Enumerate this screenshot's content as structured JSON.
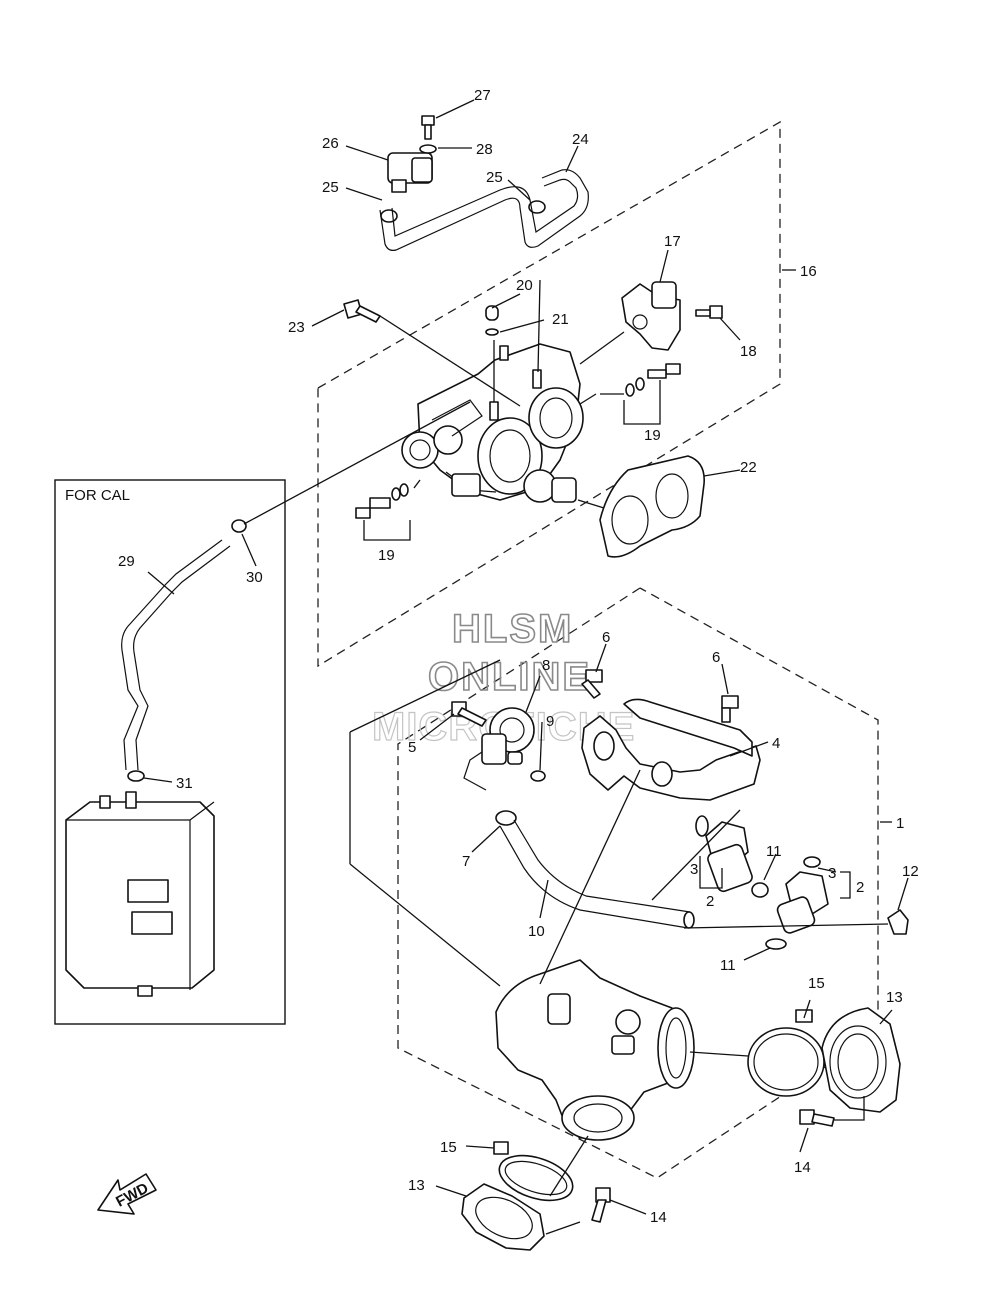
{
  "inset": {
    "title": "FOR CAL"
  },
  "watermark": {
    "line1": "HLSM",
    "line2": "ONLINE",
    "line3": "MICROFICHE"
  },
  "fwd_label": "FWD",
  "callouts": {
    "c1": "1",
    "c2a": "2",
    "c2b": "2",
    "c3a": "3",
    "c3b": "3",
    "c4": "4",
    "c5": "5",
    "c6a": "6",
    "c6b": "6",
    "c7": "7",
    "c8": "8",
    "c9": "9",
    "c10": "10",
    "c11a": "11",
    "c11b": "11",
    "c12": "12",
    "c13a": "13",
    "c13b": "13",
    "c14a": "14",
    "c14b": "14",
    "c15a": "15",
    "c15b": "15",
    "c16": "16",
    "c17": "17",
    "c18": "18",
    "c19a": "19",
    "c19b": "19",
    "c20": "20",
    "c21": "21",
    "c22": "22",
    "c23": "23",
    "c24": "24",
    "c25a": "25",
    "c25b": "25",
    "c26": "26",
    "c27": "27",
    "c28": "28",
    "c29": "29",
    "c30": "30",
    "c31": "31"
  },
  "colors": {
    "line": "#111111",
    "watermark": "#8a8a8a"
  }
}
